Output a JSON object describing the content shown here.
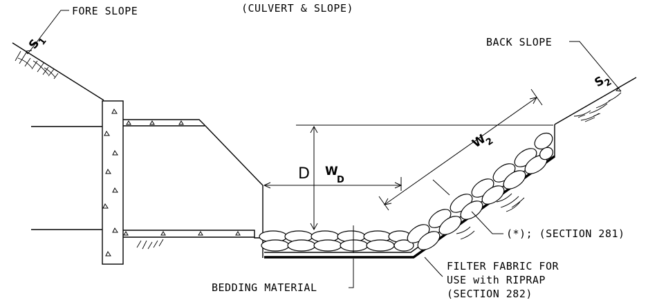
{
  "title": "(CULVERT & SLOPE)",
  "labels": {
    "fore_slope": "FORE SLOPE",
    "back_slope": "BACK SLOPE",
    "s1": "S",
    "s1_sub": "1",
    "s2": "S",
    "s2_sub": "2",
    "d": "D",
    "wd": "W",
    "wd_sub": "D",
    "w2": "W",
    "w2_sub": "2",
    "riprap_note": "(*); (SECTION 281)",
    "filter_line1": "FILTER FABRIC FOR",
    "filter_line2": "USE with RIPRAP",
    "filter_line3": "(SECTION 282)",
    "bedding": "BEDDING MATERIAL"
  }
}
